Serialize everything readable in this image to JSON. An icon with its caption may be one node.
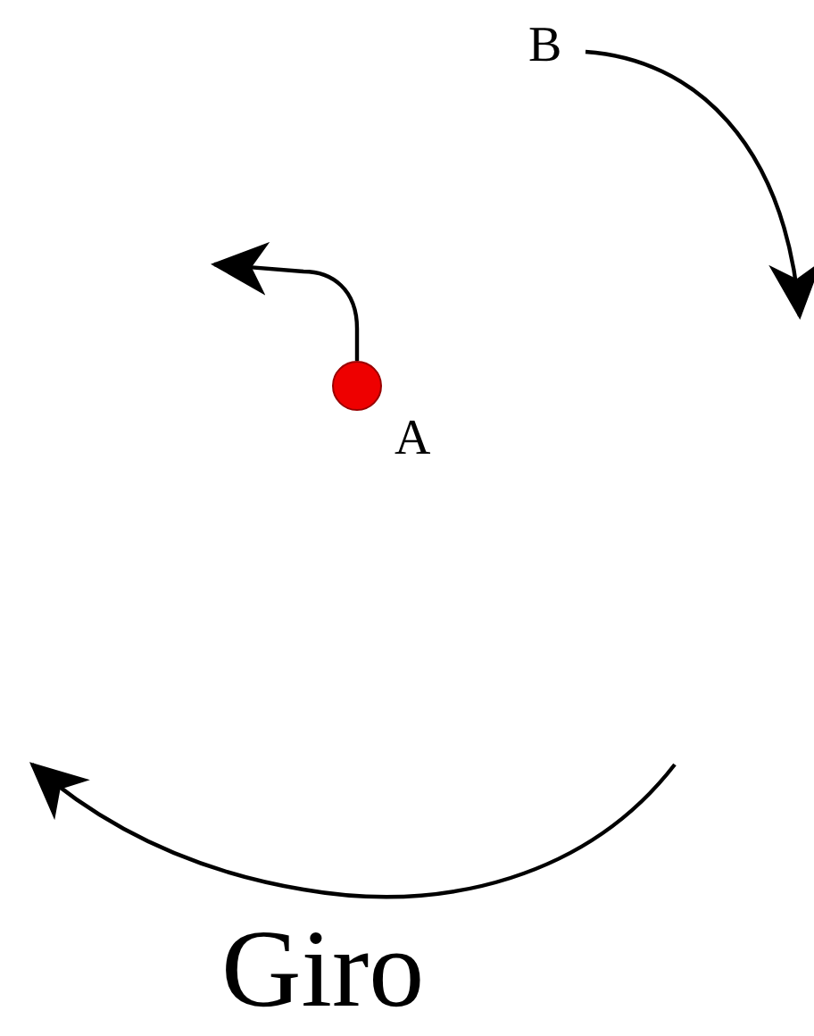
{
  "diagram": {
    "nodes": [
      {
        "text": [],
        "shape": "circle",
        "beside": [
          "A"
        ]
      },
      {
        "text": [
          "B"
        ]
      }
    ],
    "edges": [
      {
        "from": 0,
        "to": null,
        "arrow": "to"
      },
      {
        "from": 1,
        "to": null,
        "arrow": "to"
      }
    ],
    "labels": [
      "Giro"
    ]
  }
}
